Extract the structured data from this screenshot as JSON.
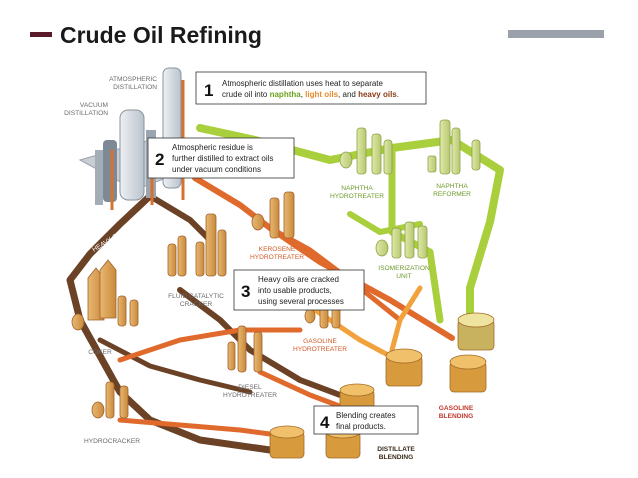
{
  "slide": {
    "title": "Crude Oil Refining"
  },
  "labels": {
    "atmospheric_distillation": [
      "ATMOSPHERIC",
      "DISTILLATION"
    ],
    "vacuum_distillation": [
      "VACUUM",
      "DISTILLATION"
    ],
    "naphtha_hydrotreater": [
      "NAPHTHA",
      "HYDROTREATER"
    ],
    "naphtha_reformer": [
      "NAPHTHA",
      "REFORMER"
    ],
    "kerosene_hydrotreater": [
      "KEROSENE",
      "HYDROTREATER"
    ],
    "isomerization_unit": [
      "ISOMERIZATION",
      "UNIT"
    ],
    "heavy_oils": "HEAVY OILS",
    "fluid_catalytic_cracker": [
      "FLUID CATALYTIC",
      "CRACKER"
    ],
    "coker": "COKER",
    "gasoline_hydrotreater": [
      "GASOLINE",
      "HYDROTREATER"
    ],
    "diesel_hydrotreater": [
      "DIESEL",
      "HYDROTREATER"
    ],
    "hydrocracker": "HYDROCRACKER",
    "gasoline_blending": [
      "GASOLINE",
      "BLENDING"
    ],
    "distillate_blending": [
      "DISTILLATE",
      "BLENDING"
    ]
  },
  "callouts": [
    {
      "number": "1",
      "line1": "Atmospheric distillation uses heat to separate",
      "line2_prefix": "crude oil into ",
      "naphtha": "naphtha",
      "sep1": ", ",
      "light_oils": "light oils",
      "sep2": ", and ",
      "heavy_oils": "heavy oils",
      "end": "."
    },
    {
      "number": "2",
      "lines": [
        "Atmospheric residue is",
        "further distilled to extract oils",
        "under vacuum conditions"
      ]
    },
    {
      "number": "3",
      "lines": [
        "Heavy oils are cracked",
        "into usable products,",
        "using several processes"
      ]
    },
    {
      "number": "4",
      "lines": [
        "Blending creates",
        "final products."
      ]
    }
  ],
  "colors": {
    "green_flow": "#a9cf3c",
    "orange_flow": "#e0692c",
    "brown_flow": "#6b4226",
    "light_orange_flow": "#f2a23c",
    "title_accent": "#5a1a2a",
    "top_bar": "#9aa1ab"
  }
}
